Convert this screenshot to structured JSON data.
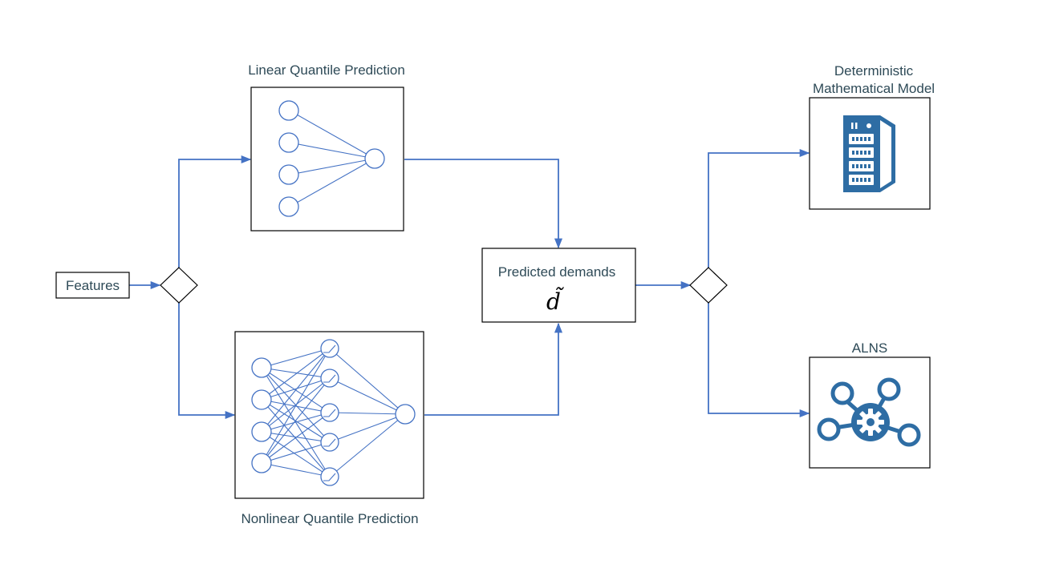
{
  "features": {
    "label": "Features"
  },
  "linear": {
    "title": "Linear Quantile Prediction"
  },
  "nonlinear": {
    "title": "Nonlinear Quantile Prediction"
  },
  "predicted": {
    "label": "Predicted demands",
    "symbol": "d̃"
  },
  "deterministic": {
    "title_line1": "Deterministic",
    "title_line2": "Mathematical Model",
    "icon": "server-rack-icon"
  },
  "alns": {
    "title": "ALNS",
    "icon": "network-gear-icon"
  },
  "colors": {
    "accent": "#4472c4",
    "icon": "#2e6da4",
    "text": "#2e4a57"
  }
}
